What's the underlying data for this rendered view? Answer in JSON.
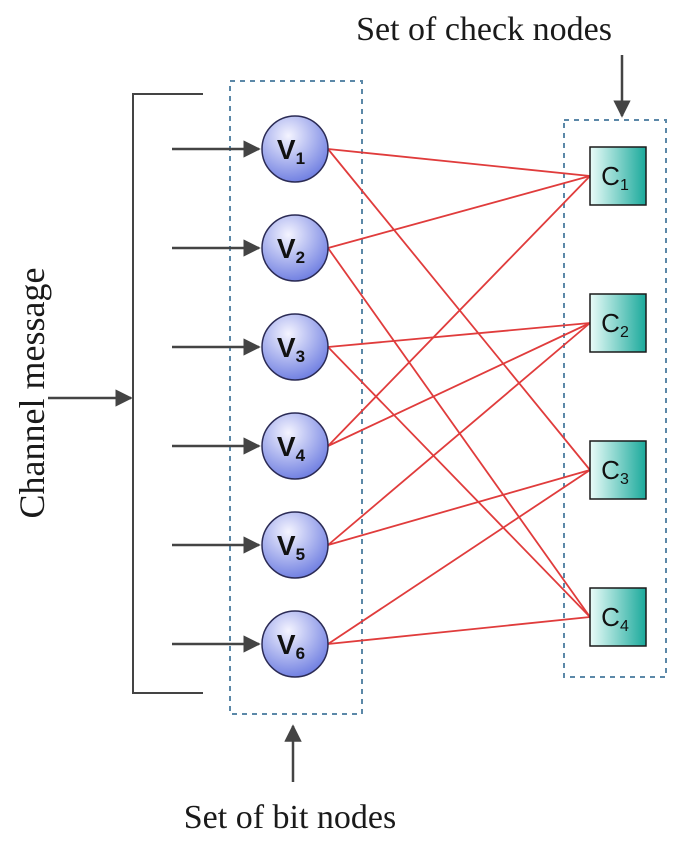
{
  "labels": {
    "check_nodes": "Set of check nodes",
    "bit_nodes": "Set of bit nodes",
    "channel_message": "Channel message"
  },
  "bit_nodes": [
    {
      "letter": "V",
      "sub": "1"
    },
    {
      "letter": "V",
      "sub": "2"
    },
    {
      "letter": "V",
      "sub": "3"
    },
    {
      "letter": "V",
      "sub": "4"
    },
    {
      "letter": "V",
      "sub": "5"
    },
    {
      "letter": "V",
      "sub": "6"
    }
  ],
  "check_nodes": [
    {
      "letter": "C",
      "sub": "1"
    },
    {
      "letter": "C",
      "sub": "2"
    },
    {
      "letter": "C",
      "sub": "3"
    },
    {
      "letter": "C",
      "sub": "4"
    }
  ],
  "edges": [
    [
      1,
      1
    ],
    [
      1,
      3
    ],
    [
      2,
      1
    ],
    [
      2,
      4
    ],
    [
      3,
      2
    ],
    [
      3,
      4
    ],
    [
      4,
      1
    ],
    [
      4,
      2
    ],
    [
      5,
      2
    ],
    [
      5,
      3
    ],
    [
      6,
      3
    ],
    [
      6,
      4
    ]
  ],
  "colors": {
    "edge": "#e03c3c",
    "bit_node_fill_top": "#eeeefc",
    "bit_node_fill_bottom": "#6f7fe6",
    "check_node_fill_left": "#e8fbf8",
    "check_node_fill_right": "#1fb3a5",
    "dashed_border": "#5b88a8",
    "arrow": "#444444"
  }
}
